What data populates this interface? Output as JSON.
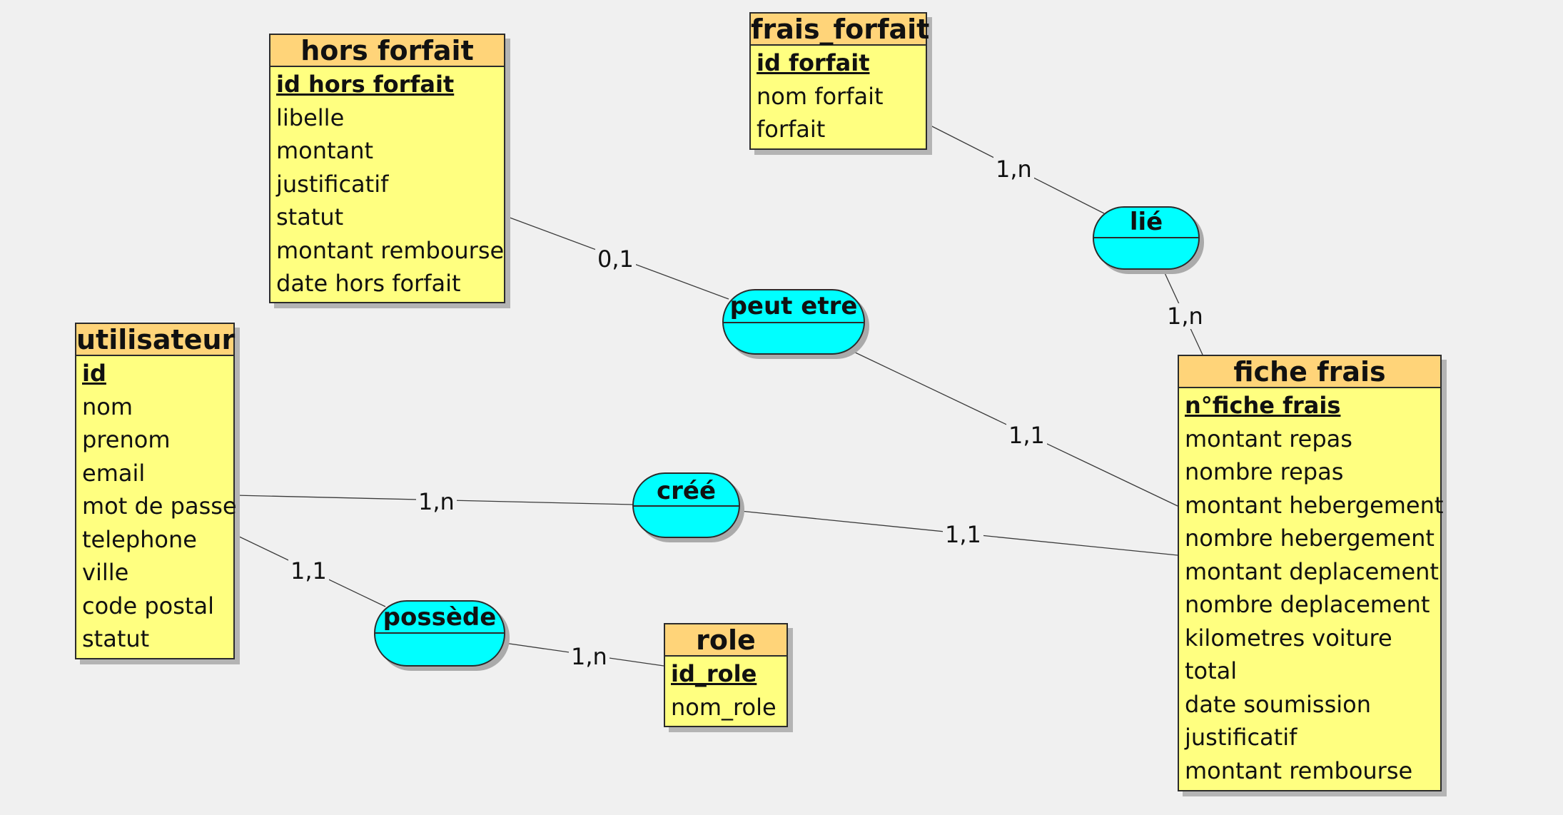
{
  "entities": {
    "hors_forfait": {
      "title": "hors forfait",
      "key": "id hors forfait",
      "attributes": [
        "libelle",
        "montant",
        "justificatif",
        "statut",
        "montant rembourse",
        "date hors forfait"
      ]
    },
    "frais_forfait": {
      "title": "frais_forfait",
      "key": "id forfait",
      "attributes": [
        "nom forfait",
        "forfait"
      ]
    },
    "utilisateur": {
      "title": "utilisateur",
      "key": "id",
      "attributes": [
        "nom",
        "prenom",
        "email",
        "mot de passe",
        "telephone",
        "ville",
        "code postal",
        "statut"
      ]
    },
    "fiche_frais": {
      "title": "fiche frais",
      "key": "n°fiche frais",
      "attributes": [
        "montant repas",
        "nombre repas",
        "montant hebergement",
        "nombre hebergement",
        "montant deplacement",
        "nombre deplacement",
        "kilometres voiture",
        "total",
        "date soumission",
        "justificatif",
        "montant rembourse"
      ]
    },
    "role": {
      "title": "role",
      "key": "id_role",
      "attributes": [
        "nom_role"
      ]
    }
  },
  "associations": {
    "lie": "lié",
    "peut_etre": "peut etre",
    "cree": "créé",
    "possede": "possède"
  },
  "cardinalities": {
    "frais_forfait_lie": "1,n",
    "fiche_frais_lie": "1,n",
    "hors_forfait_peut_etre": "0,1",
    "fiche_frais_peut_etre": "1,1",
    "utilisateur_cree": "1,n",
    "fiche_frais_cree": "1,1",
    "utilisateur_possede": "1,1",
    "role_possede": "1,n"
  },
  "colors": {
    "entity_body": "#ffff80",
    "entity_header": "#ffd479",
    "association": "#00ffff",
    "background": "#f0f0f0"
  }
}
